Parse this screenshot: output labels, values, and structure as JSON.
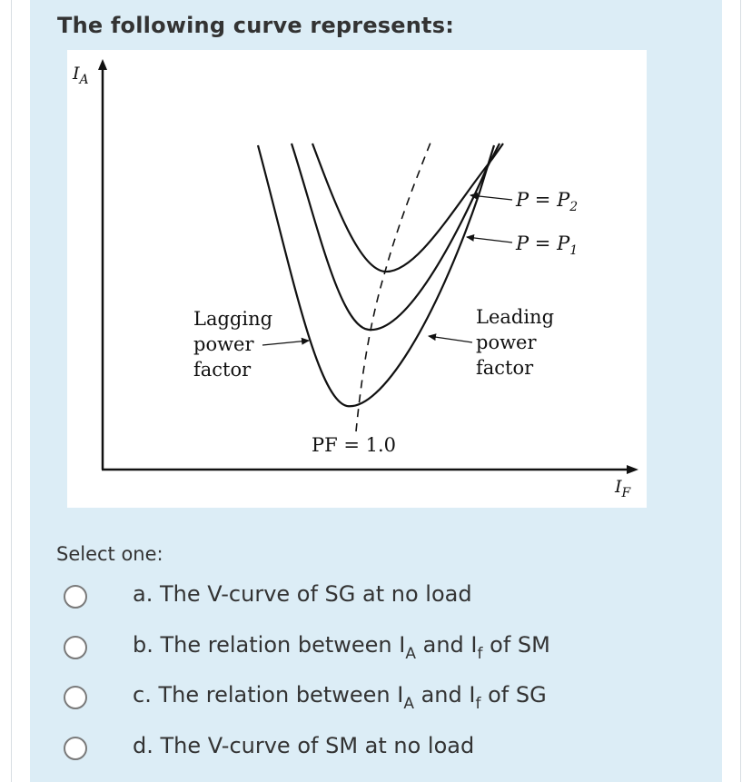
{
  "question": "The following curve represents:",
  "figure": {
    "y_axis_label": "I",
    "y_axis_sub": "A",
    "x_axis_label": "I",
    "x_axis_sub": "F",
    "curve_labels": [
      "P = P",
      "P = P"
    ],
    "curve_subs": [
      "2",
      "1"
    ],
    "lagging": [
      "Lagging",
      "power",
      "factor"
    ],
    "leading": [
      "Leading",
      "power",
      "factor"
    ],
    "pf_label": "PF = 1.0"
  },
  "prompt": "Select one:",
  "options": [
    {
      "letter": "a.",
      "text": "The V-curve of SG at no load"
    },
    {
      "letter": "b.",
      "pre": "The relation between I",
      "sub1": "A",
      "mid": " and I",
      "sub2": "f",
      "post": " of SM"
    },
    {
      "letter": "c.",
      "pre": "The relation between I",
      "sub1": "A",
      "mid": " and I",
      "sub2": "f",
      "post": " of SG"
    },
    {
      "letter": "d.",
      "text": "The V-curve of SM at no load"
    }
  ]
}
